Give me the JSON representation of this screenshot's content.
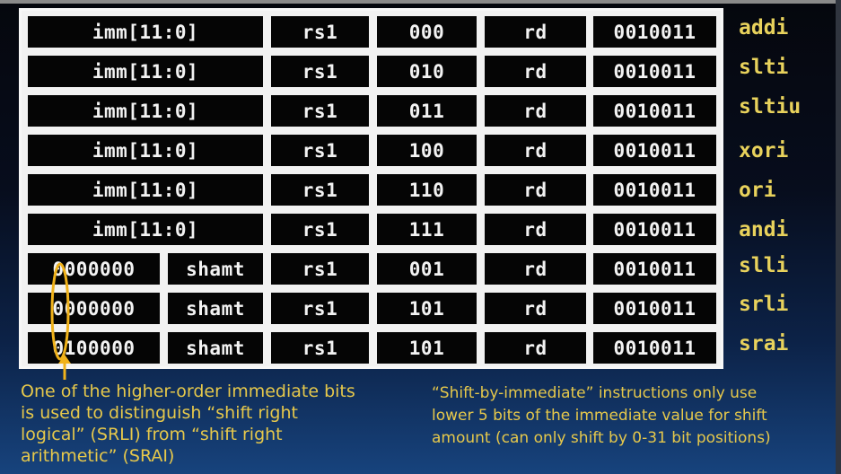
{
  "rows": [
    {
      "fields": [
        "imm[11:0]",
        "rs1",
        "000",
        "rd",
        "0010011"
      ],
      "mnemonic": "addi"
    },
    {
      "fields": [
        "imm[11:0]",
        "rs1",
        "010",
        "rd",
        "0010011"
      ],
      "mnemonic": "slti"
    },
    {
      "fields": [
        "imm[11:0]",
        "rs1",
        "011",
        "rd",
        "0010011"
      ],
      "mnemonic": "sltiu"
    },
    {
      "fields": [
        "imm[11:0]",
        "rs1",
        "100",
        "rd",
        "0010011"
      ],
      "mnemonic": "xori"
    },
    {
      "fields": [
        "imm[11:0]",
        "rs1",
        "110",
        "rd",
        "0010011"
      ],
      "mnemonic": "ori"
    },
    {
      "fields": [
        "imm[11:0]",
        "rs1",
        "111",
        "rd",
        "0010011"
      ],
      "mnemonic": "andi"
    },
    {
      "fields": [
        "0000000",
        "shamt",
        "rs1",
        "001",
        "rd",
        "0010011"
      ],
      "mnemonic": "slli"
    },
    {
      "fields": [
        "0000000",
        "shamt",
        "rs1",
        "101",
        "rd",
        "0010011"
      ],
      "mnemonic": "srli"
    },
    {
      "fields": [
        "0100000",
        "shamt",
        "rs1",
        "101",
        "rd",
        "0010011"
      ],
      "mnemonic": "srai"
    }
  ],
  "notes": {
    "left": [
      "One of the higher-order immediate bits",
      "is used to distinguish “shift right",
      "logical” (SRLI) from “shift right",
      "arithmetic” (SRAI)"
    ],
    "right": [
      "“Shift-by-immediate” instructions only use",
      "lower 5 bits of the immediate value for shift",
      "amount (can only shift by 0-31 bit positions)"
    ]
  },
  "colors": {
    "annotation": "#e6c84b",
    "mnemonic": "#e8d25c",
    "highlight": "#f0b21a"
  }
}
